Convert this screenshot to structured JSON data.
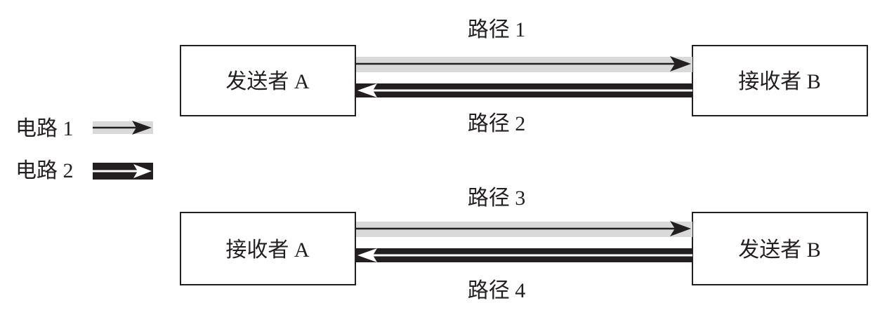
{
  "colors": {
    "ink": "#231f20",
    "circuit1_band": "#d9d9d9",
    "circuit2_band": "#231f20",
    "background": "#ffffff"
  },
  "legend": {
    "circuit1": {
      "label": "电路 1",
      "style": "gray band with thin black arrow"
    },
    "circuit2": {
      "label": "电路 2",
      "style": "black band with white arrow"
    }
  },
  "top": {
    "left_box": "发送者 A",
    "right_box": "接收者 B",
    "path_upper": {
      "label": "路径 1",
      "circuit": 1,
      "direction": "left-to-right"
    },
    "path_lower": {
      "label": "路径 2",
      "circuit": 2,
      "direction": "right-to-left"
    }
  },
  "bottom": {
    "left_box": "接收者 A",
    "right_box": "发送者 B",
    "path_upper": {
      "label": "路径 3",
      "circuit": 1,
      "direction": "left-to-right"
    },
    "path_lower": {
      "label": "路径 4",
      "circuit": 2,
      "direction": "right-to-left"
    }
  }
}
